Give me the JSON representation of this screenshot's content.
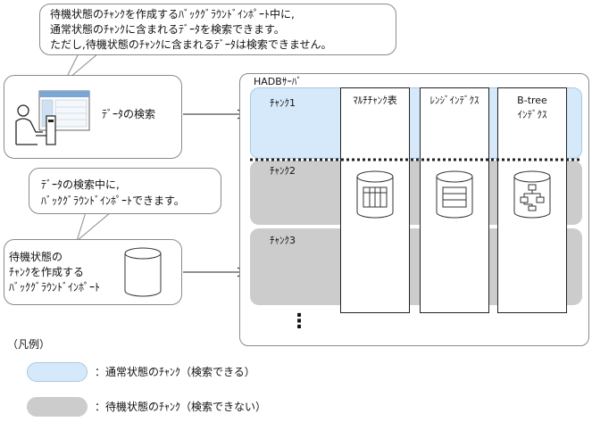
{
  "bubble_top": {
    "line1": "待機状態のﾁｬﾝｸを作成するﾊﾞｯｸｸﾞﾗｳﾝﾄﾞｲﾝﾎﾟｰﾄ中に,",
    "line2": "通常状態のﾁｬﾝｸに含まれるﾃﾞｰﾀを検索できます。",
    "line3": "ただし,待機状態のﾁｬﾝｸに含まれるﾃﾞｰﾀは検索できません。"
  },
  "user_box": {
    "label": "ﾃﾞｰﾀの検索"
  },
  "bubble_mid": {
    "line1": "ﾃﾞｰﾀの検索中に,",
    "line2": "ﾊﾞｯｸｸﾞﾗｳﾝﾄﾞｲﾝﾎﾟｰﾄできます。"
  },
  "import_box": {
    "line1": "待機状態の",
    "line2": "ﾁｬﾝｸを作成する",
    "line3": "ﾊﾞｯｸｸﾞﾗｳﾝﾄﾞｲﾝﾎﾟｰﾄ"
  },
  "server": {
    "title": "HADBｻｰﾊﾞ",
    "chunks": [
      "ﾁｬﾝｸ1",
      "ﾁｬﾝｸ2",
      "ﾁｬﾝｸ3"
    ],
    "columns": [
      {
        "line1": "ﾏﾙﾁﾁｬﾝｸ表",
        "line2": ""
      },
      {
        "line1": "ﾚﾝｼﾞｲﾝﾃﾞｸｽ",
        "line2": ""
      },
      {
        "line1": "B-tree",
        "line2": "ｲﾝﾃﾞｸｽ"
      }
    ],
    "ellipsis": "⋮"
  },
  "legend": {
    "title": "（凡例）",
    "normal": "：通常状態のﾁｬﾝｸ（検索できる）",
    "standby": "：待機状態のﾁｬﾝｸ（検索できない）"
  },
  "colors": {
    "normal_chunk": "#d6e9fa",
    "standby_chunk": "#cccccc",
    "outline": "#8a8a8a"
  }
}
